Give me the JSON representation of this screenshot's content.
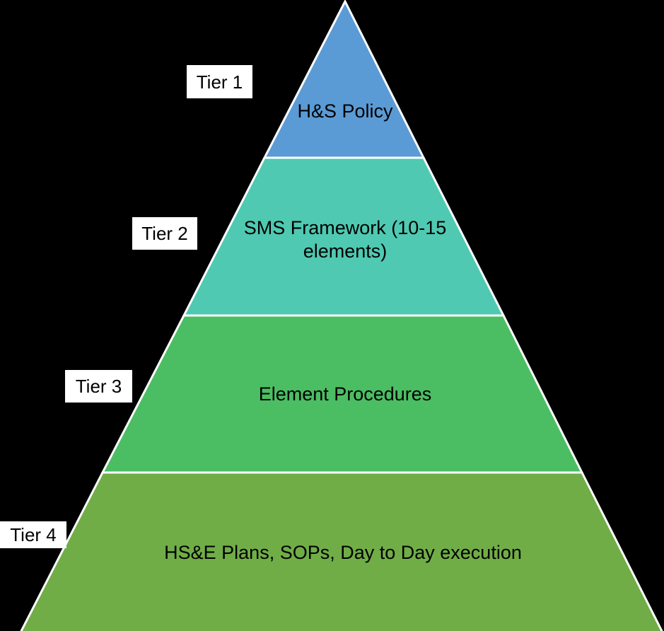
{
  "diagram": {
    "background_color": "#000000",
    "divider_color": "#ffffff",
    "text_color": "#000000",
    "label_box_color": "#ffffff",
    "tiers": [
      {
        "label": "Tier 1",
        "text": "H&S Policy",
        "color": "#5B9BD5"
      },
      {
        "label": "Tier 2",
        "text": "SMS Framework (10-15 elements)",
        "text_line1": "SMS Framework (10-15",
        "text_line2": "elements)",
        "color": "#4FC9B2"
      },
      {
        "label": "Tier 3",
        "text": "Element Procedures",
        "color": "#4BBE63"
      },
      {
        "label": "Tier 4",
        "text": "HS&E Plans, SOPs, Day to Day execution",
        "color": "#70AD47"
      }
    ]
  }
}
